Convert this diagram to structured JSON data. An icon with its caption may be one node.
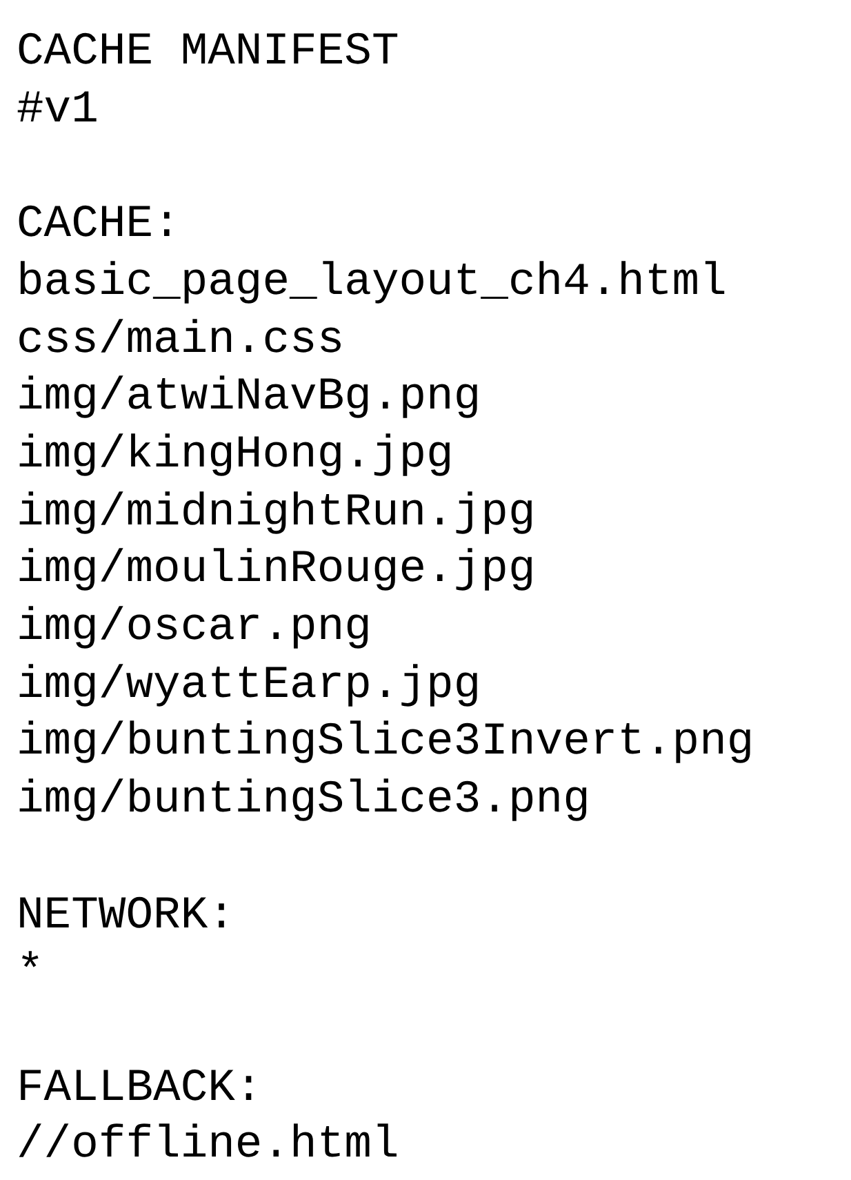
{
  "diagram": {
    "labels": [
      "CACHE MANIFEST",
      "#v1",
      "CACHE:",
      "basic_page_layout_ch4.html",
      "css/main.css",
      "img/atwiNavBg.png",
      "img/kingHong.jpg",
      "img/midnightRun.jpg",
      "img/moulinRouge.jpg",
      "img/oscar.png",
      "img/wyattEarp.jpg",
      "img/buntingSlice3Invert.png",
      "img/buntingSlice3.png",
      "NETWORK:",
      "*",
      "FALLBACK:",
      "//offline.html"
    ]
  }
}
